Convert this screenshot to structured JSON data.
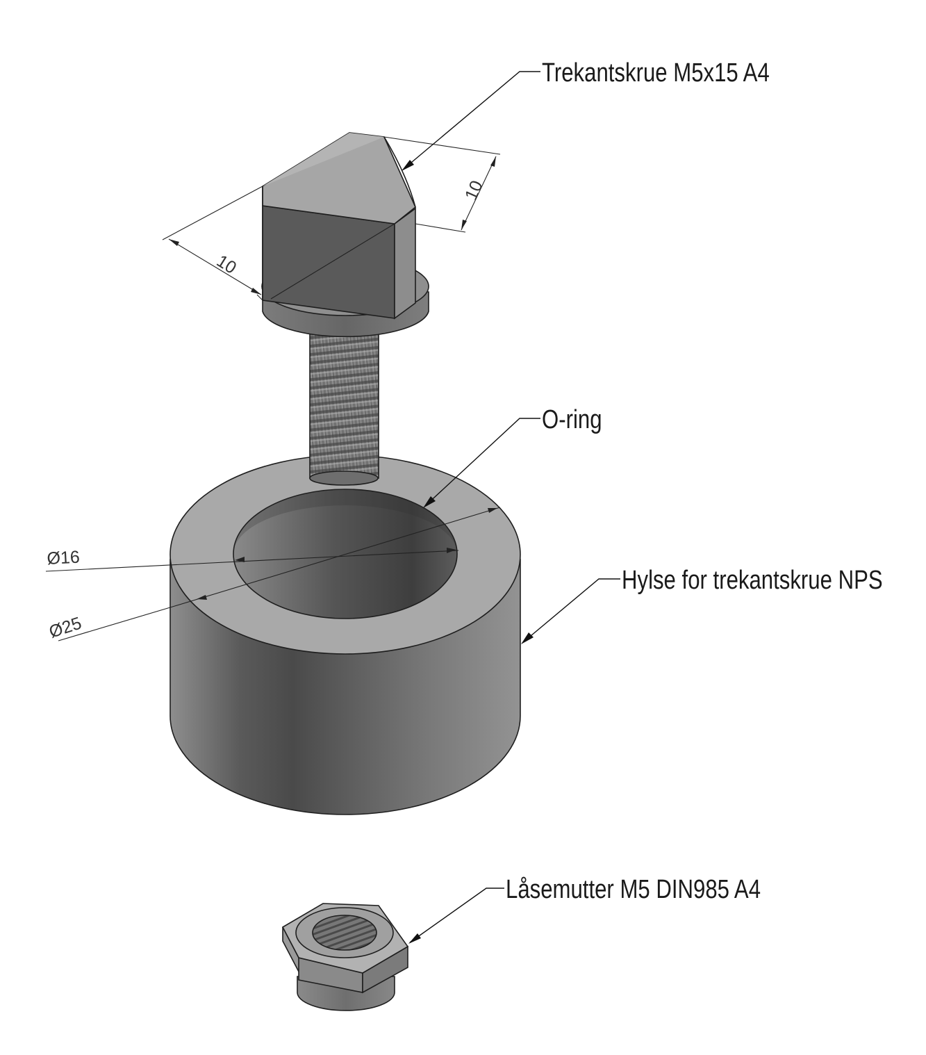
{
  "labels": {
    "screw": "Trekantskrue M5x15 A4",
    "oring": "O-ring",
    "sleeve": "Hylse for trekantskrue NPS",
    "nut": "Låsemutter M5 DIN985 A4"
  },
  "dimensions": {
    "head_width_top": "10",
    "head_width_left": "10",
    "inner_diameter": "Ø16",
    "outer_diameter": "Ø25"
  },
  "colors": {
    "background": "#ffffff",
    "metal_light": "#a9a9a9",
    "metal_mid": "#7a7a7a",
    "metal_dark": "#4a4a4a",
    "line": "#111111"
  }
}
